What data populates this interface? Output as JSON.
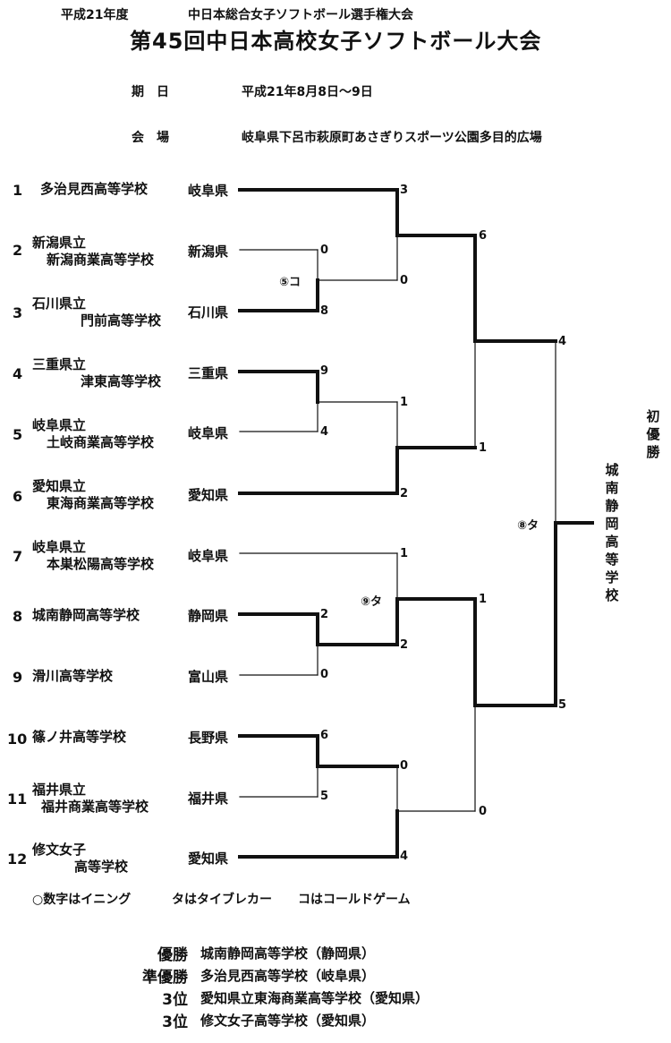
{
  "header": {
    "year_label": "平成21年度",
    "championship": "中日本総合女子ソフトボール選手権大会",
    "title": "第45回中日本高校女子ソフトボール大会"
  },
  "info": {
    "date_label": "期　日",
    "date_value": "平成21年8月8日～9日",
    "venue_label": "会　場",
    "venue_value": "岐阜県下呂市萩原町あさぎりスポーツ公園多目的広場"
  },
  "teams": [
    {
      "seed": "1",
      "line1": "多治見西高等学校",
      "line2": "",
      "pref": "岐阜県"
    },
    {
      "seed": "2",
      "line1": "新潟県立",
      "line2": "新潟商業高等学校",
      "pref": "新潟県"
    },
    {
      "seed": "3",
      "line1": "石川県立",
      "line2": "門前高等学校",
      "pref": "石川県"
    },
    {
      "seed": "4",
      "line1": "三重県立",
      "line2": "津東高等学校",
      "pref": "三重県"
    },
    {
      "seed": "5",
      "line1": "岐阜県立",
      "line2": "土岐商業高等学校",
      "pref": "岐阜県"
    },
    {
      "seed": "6",
      "line1": "愛知県立",
      "line2": "東海商業高等学校",
      "pref": "愛知県"
    },
    {
      "seed": "7",
      "line1": "岐阜県立",
      "line2": "本巣松陽高等学校",
      "pref": "岐阜県"
    },
    {
      "seed": "8",
      "line1": "城南静岡高等学校",
      "line2": "",
      "pref": "静岡県"
    },
    {
      "seed": "9",
      "line1": "滑川高等学校",
      "line2": "",
      "pref": "富山県"
    },
    {
      "seed": "10",
      "line1": "篠ノ井高等学校",
      "line2": "",
      "pref": "長野県"
    },
    {
      "seed": "11",
      "line1": "福井県立",
      "line2": "福井商業高等学校",
      "pref": "福井県"
    },
    {
      "seed": "12",
      "line1": "修文女子",
      "line2": "高等学校",
      "pref": "愛知県"
    }
  ],
  "scores": {
    "r1_g1_top": "0",
    "r1_g1_bottom": "8",
    "r1_g1_note": "⑤コ",
    "r1_g2_top": "9",
    "r1_g2_bottom": "4",
    "r1_g3_top": "2",
    "r1_g3_bottom": "0",
    "r1_g4_top": "6",
    "r1_g4_bottom": "5",
    "r2_g1_top": "3",
    "r2_g1_bottom": "0",
    "r2_g2_top": "1",
    "r2_g2_bottom": "2",
    "r2_g3_top": "1",
    "r2_g3_bottom": "2",
    "r2_g3_note": "⑨タ",
    "r2_g4_top": "0",
    "r2_g4_bottom": "4",
    "sf_g1_top": "6",
    "sf_g1_bottom": "1",
    "sf_g2_top": "1",
    "sf_g2_bottom": "0",
    "final_top": "4",
    "final_bottom": "5",
    "final_note": "⑧タ"
  },
  "champion": {
    "label": "初優勝",
    "school": "城南静岡高等学校"
  },
  "legend": {
    "innings": "○数字はイニング",
    "tiebreak": "タはタイブレカー",
    "called": "コはコールドゲーム"
  },
  "results": [
    {
      "label": "優勝",
      "value": "城南静岡高等学校（静岡県）"
    },
    {
      "label": "準優勝",
      "value": "多治見西高等学校（岐阜県）"
    },
    {
      "label": "3位",
      "value": "愛知県立東海商業高等学校（愛知県）"
    },
    {
      "label": "3位",
      "value": "修文女子高等学校（愛知県）"
    }
  ]
}
